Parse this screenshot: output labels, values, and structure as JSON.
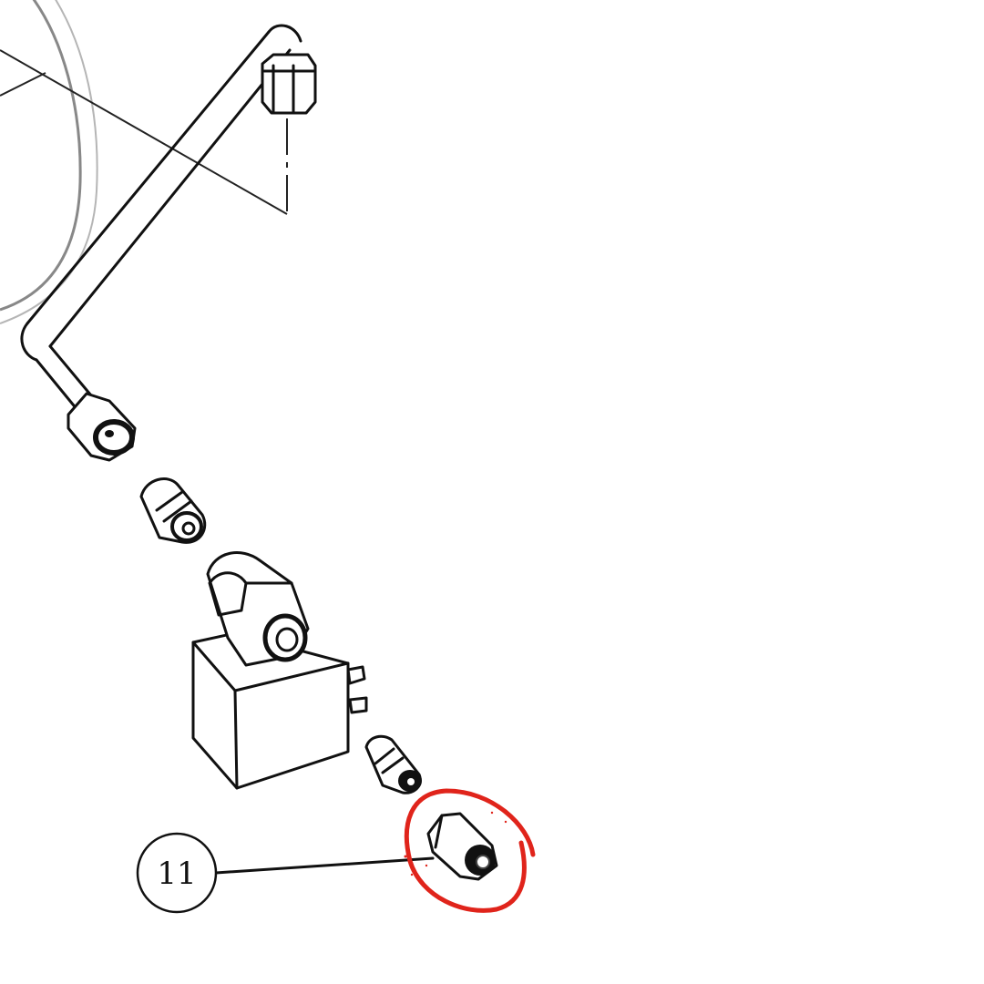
{
  "diagram": {
    "type": "exploded-parts-diagram",
    "background": "#ffffff",
    "line_color": "#111111",
    "callouts": [
      {
        "id": "11",
        "label": "11",
        "target": "compression-fitting-nut"
      }
    ],
    "highlight": {
      "color": "#e0241b",
      "style": "hand-drawn-circle",
      "target": "compression-fitting-nut"
    },
    "parts": [
      "bent-tube",
      "upper-elbow-fitting-nut",
      "lower-fitting-nut",
      "threaded-connector-upper",
      "solenoid-valve",
      "threaded-connector-lower",
      "compression-fitting-nut"
    ]
  }
}
